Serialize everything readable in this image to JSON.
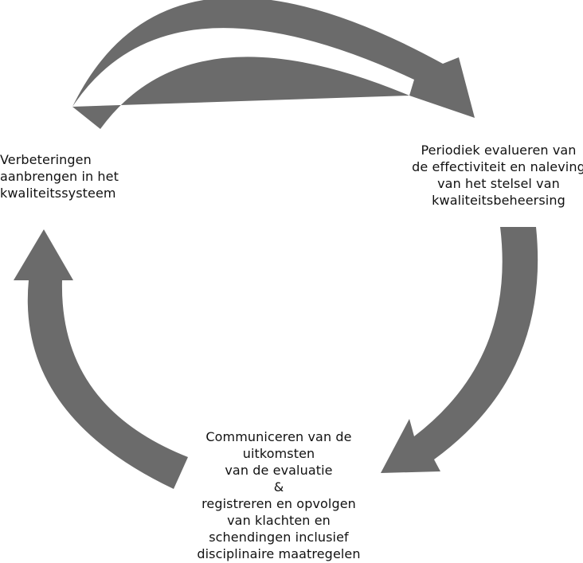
{
  "diagram": {
    "arrow_color": "#6b6b6b",
    "background": "#ffffff",
    "steps": [
      {
        "id": "evaluate",
        "lines": [
          "Periodiek evalueren van",
          "de effectiviteit en naleving",
          "van het stelsel van",
          "kwaliteitsbeheersing"
        ]
      },
      {
        "id": "communicate",
        "lines": [
          "Communiceren van de",
          "uitkomsten",
          "van de evaluatie",
          "&",
          "registreren en opvolgen",
          "van klachten en",
          "schendingen inclusief",
          "disciplinaire maatregelen"
        ]
      },
      {
        "id": "improve",
        "lines": [
          "Verbeteringen",
          "aanbrengen in het",
          "kwaliteitssysteem"
        ]
      }
    ]
  }
}
